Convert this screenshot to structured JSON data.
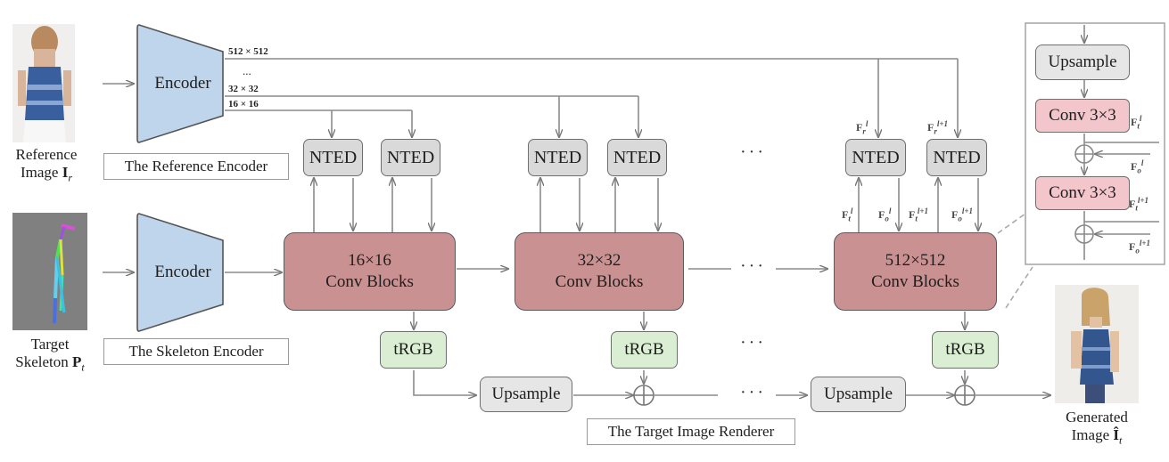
{
  "inputs": {
    "reference_label": "Reference Image I",
    "reference_label_line1": "Reference",
    "reference_label_line2": "Image",
    "reference_symbol": "I",
    "reference_sub": "r",
    "target_label_line1": "Target",
    "target_label_line2": "Skeleton",
    "target_symbol": "P",
    "target_sub": "t"
  },
  "encoders": {
    "reference": "Encoder",
    "skeleton": "Encoder",
    "reference_caption": "The Reference Encoder",
    "skeleton_caption": "The Skeleton Encoder"
  },
  "resolutions": [
    "512 × 512",
    "...",
    "32 × 32",
    "16 × 16"
  ],
  "nted_label": "NTED",
  "conv_blocks": [
    {
      "size": "16×16",
      "name": "Conv Blocks"
    },
    {
      "size": "32×32",
      "name": "Conv Blocks"
    },
    {
      "size": "512×512",
      "name": "Conv Blocks"
    }
  ],
  "trgb_label": "tRGB",
  "upsample_label": "Upsample",
  "renderer_caption": "The Target Image Renderer",
  "ellipsis": "···",
  "detail": {
    "upsample": "Upsample",
    "conv": "Conv 3×3"
  },
  "symbols": {
    "F": "F",
    "t": "t",
    "r": "r",
    "o": "o",
    "l": "l",
    "l1": "l+1"
  },
  "output": {
    "label_line1": "Generated",
    "label_line2": "Image",
    "symbol": "Î",
    "sub": "t"
  }
}
